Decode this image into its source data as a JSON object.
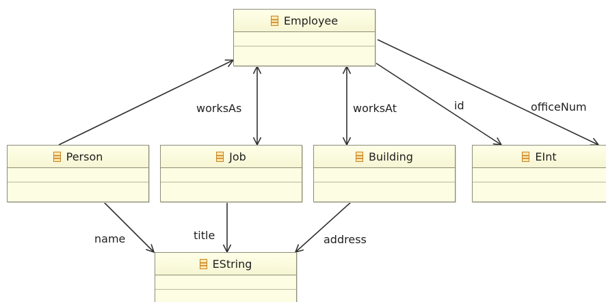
{
  "classes": {
    "employee": "Employee",
    "person": "Person",
    "job": "Job",
    "building": "Building",
    "eint": "EInt",
    "estring": "EString"
  },
  "references": {
    "works_as": "worksAs",
    "works_at": "worksAt",
    "id": "id",
    "office_num": "officeNum",
    "name": "name",
    "title": "title",
    "address": "address"
  },
  "colors": {
    "class_fill": "#fdfde3",
    "class_border": "#8b8b78",
    "icon": "#c8821e",
    "edge": "#2f2f2f"
  },
  "icons": {
    "class": "eclass-icon"
  }
}
